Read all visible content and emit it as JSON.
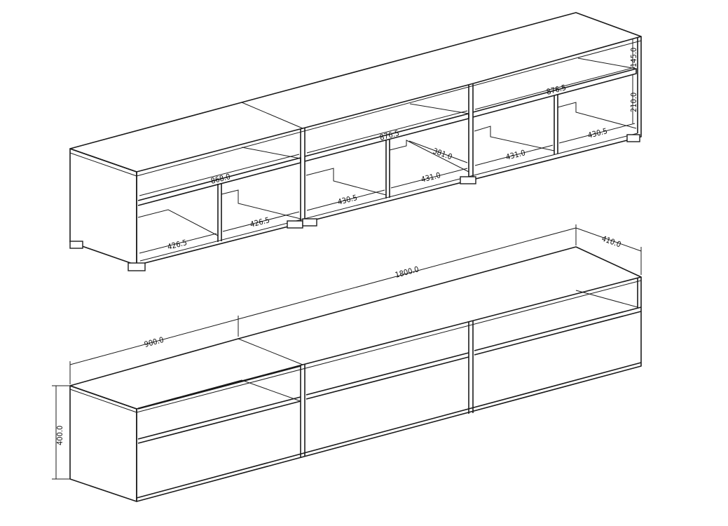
{
  "drawing": {
    "top_unit": {
      "dimensions": {
        "left_shelf_width": "868.0",
        "left_lower_left": "426.5",
        "left_lower_right": "426.5",
        "middle_shelf_width": "876.5",
        "middle_lower_left": "430.5",
        "middle_depth": "381.0",
        "middle_lower_right": "431.0",
        "right_shelf_width": "876.5",
        "right_lower_left": "431.0",
        "right_lower_right": "430.5",
        "top_height": "145.0",
        "shelf_height": "210.0"
      }
    },
    "bottom_unit": {
      "dimensions": {
        "total_width": "1800.0",
        "depth": "410.0",
        "module_width": "900.0",
        "height": "400.0"
      }
    }
  }
}
